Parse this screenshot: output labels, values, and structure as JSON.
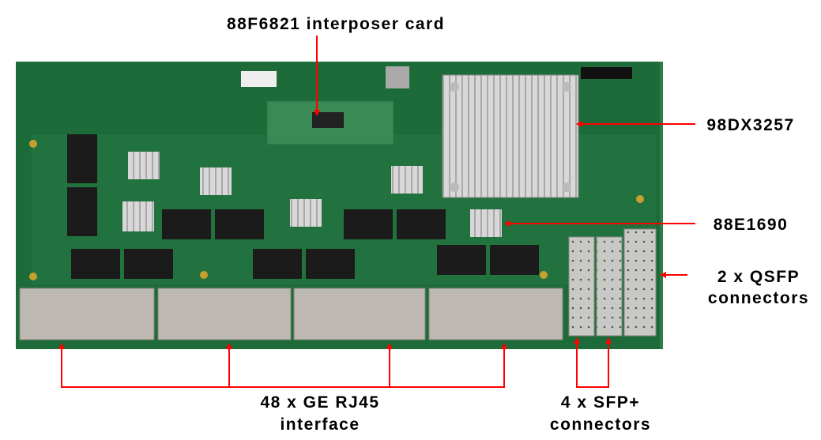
{
  "labels": {
    "interposer": "88F6821 interposer card",
    "switch_chip": "98DX3257",
    "phy_chip": "88E1690",
    "qsfp_line1": "2 x QSFP",
    "qsfp_line2": "connectors",
    "rj45_line1": "48 x GE RJ45",
    "rj45_line2": "interface",
    "sfp_line1": "4 x SFP+",
    "sfp_line2": "connectors"
  },
  "colors": {
    "arrow": "#ff0000",
    "board": "#1e6b3a",
    "text": "#000000"
  }
}
